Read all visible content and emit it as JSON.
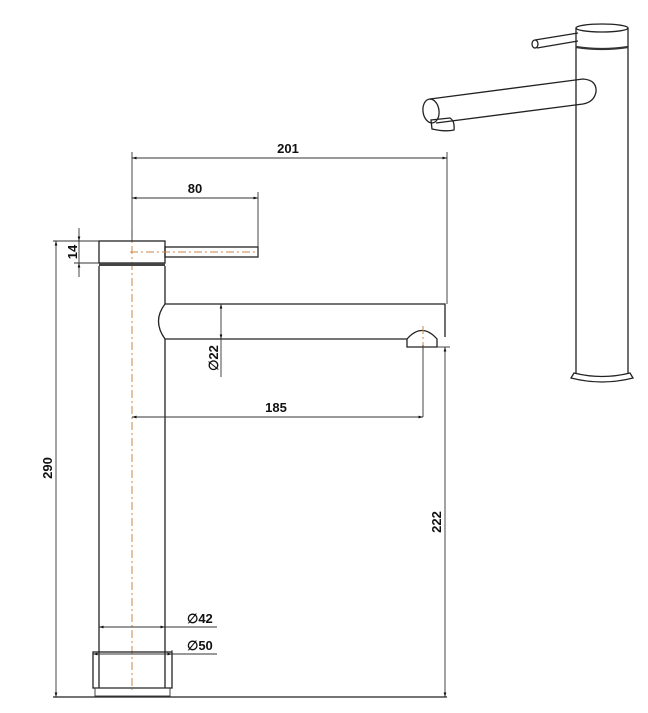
{
  "drawing": {
    "title": "Tall basin mixer tap technical drawing",
    "colors": {
      "line": "#222222",
      "centerline": "#c8894a",
      "background": "#ffffff"
    },
    "dimensions": {
      "overall_reach": "201",
      "handle_length": "80",
      "handle_height": "14",
      "overall_height": "290",
      "spout_diameter": "∅22",
      "spout_reach": "185",
      "spout_height": "222",
      "body_diameter": "∅42",
      "base_diameter": "∅50"
    }
  }
}
